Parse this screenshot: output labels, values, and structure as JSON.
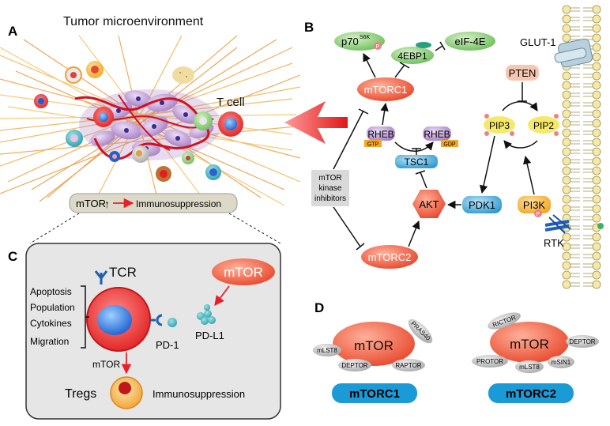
{
  "panels": {
    "a": "A",
    "b": "B",
    "c": "C",
    "d": "D"
  },
  "panel_a": {
    "title": "Tumor microenvironment",
    "tcell": "T cell",
    "box_mtor": "mTOR",
    "box_up_arrow": "↑",
    "box_effect": "Immunosuppression"
  },
  "panel_b": {
    "glut1": "GLUT-1",
    "p70": "p70",
    "p70_sup": "S6K",
    "p_mark": "P",
    "e4bp1": "4EBP1",
    "eif4e": "eIF-4E",
    "mtorc1": "mTORC1",
    "mtorc2": "mTORC2",
    "rheb": "RHEB",
    "gtp": "GTP",
    "gdp": "GDP",
    "tsc1": "TSC1",
    "akt": "AKT",
    "pdk1": "PDK1",
    "pi3k": "PI3K",
    "pten": "PTEN",
    "pip3": "PIP3",
    "pip2": "PIP2",
    "rtk": "RTK",
    "inhibitor_lines": [
      "mTOR",
      "kinase",
      "inhibitors"
    ]
  },
  "panel_c": {
    "tcr": "TCR",
    "mtor": "mTOR",
    "effects": [
      "Apoptosis",
      "Population",
      "Cytokines",
      "Migration"
    ],
    "pd1": "PD-1",
    "pdl1": "PD-L1",
    "mtor_small": "mTOR",
    "tregs": "Tregs",
    "immuno": "Immunosuppression"
  },
  "panel_d": {
    "c1_core": "mTOR",
    "c1_parts": [
      "mLST8",
      "DEPTOR",
      "RAPTOR",
      "PRAS40"
    ],
    "c1_label": "mTORC1",
    "c2_core": "mTOR",
    "c2_parts": [
      "RICTOR",
      "DEPTOR",
      "PROTOR",
      "mLST8",
      "mSIN1"
    ],
    "c2_label": "mTORC2"
  },
  "colors": {
    "red_node": "#ee5a3c",
    "blue_label": "#1a9bd7",
    "green_node": "#9ed28f",
    "purple_node": "#c9a8d8",
    "arrow_red": "#e8202a"
  }
}
